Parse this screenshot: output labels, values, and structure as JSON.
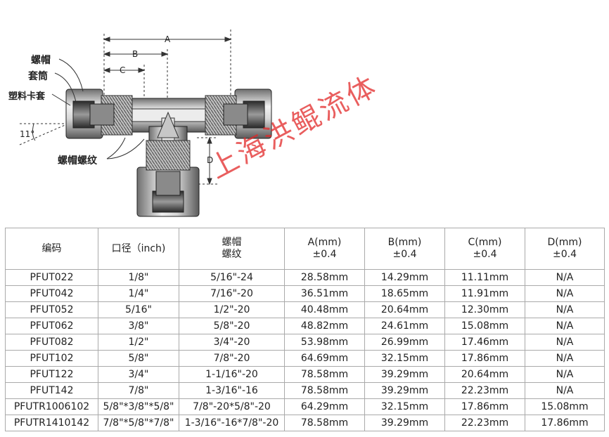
{
  "diagram": {
    "labels": {
      "nut": "螺帽",
      "sleeve": "套筒",
      "plastic_ferrule": "塑料卡套",
      "angle": "11°",
      "nut_thread": "螺帽螺纹"
    },
    "dimensions": {
      "a": "A",
      "b": "B",
      "c": "C",
      "d": "D"
    }
  },
  "watermark": "上海洪鲲流体",
  "table": {
    "headers": [
      {
        "line1": "编码",
        "line2": ""
      },
      {
        "line1": "口径（inch)",
        "line2": ""
      },
      {
        "line1": "螺帽",
        "line2": "螺纹"
      },
      {
        "line1": "A(mm)",
        "line2": "±0.4"
      },
      {
        "line1": "B(mm)",
        "line2": "±0.4"
      },
      {
        "line1": "C(mm)",
        "line2": "±0.4"
      },
      {
        "line1": "D(mm)",
        "line2": "±0.4"
      }
    ],
    "rows": [
      [
        "PFUT022",
        "1/8\"",
        "5/16\"-24",
        "28.58mm",
        "14.29mm",
        "11.11mm",
        "N/A"
      ],
      [
        "PFUT042",
        "1/4\"",
        "7/16\"-20",
        "36.51mm",
        "18.65mm",
        "11.91mm",
        "N/A"
      ],
      [
        "PFUT052",
        "5/16\"",
        "1/2\"-20",
        "40.48mm",
        "20.64mm",
        "12.30mm",
        "N/A"
      ],
      [
        "PFUT062",
        "3/8\"",
        "5/8\"-20",
        "48.82mm",
        "24.61mm",
        "15.08mm",
        "N/A"
      ],
      [
        "PFUT082",
        "1/2\"",
        "3/4\"-20",
        "53.98mm",
        "26.99mm",
        "17.46mm",
        "N/A"
      ],
      [
        "PFUT102",
        "5/8\"",
        "7/8\"-20",
        "64.69mm",
        "32.15mm",
        "17.86mm",
        "N/A"
      ],
      [
        "PFUT122",
        "3/4\"",
        "1-1/16\"-20",
        "78.58mm",
        "39.29mm",
        "20.64mm",
        "N/A"
      ],
      [
        "PFUT142",
        "7/8\"",
        "1-3/16\"-16",
        "78.58mm",
        "39.29mm",
        "22.23mm",
        "N/A"
      ],
      [
        "PFUTR1006102",
        "5/8\"*3/8\"*5/8\"",
        "7/8\"-20*5/8\"-20",
        "64.29mm",
        "32.15mm",
        "17.86mm",
        "15.08mm"
      ],
      [
        "PFUTR1410142",
        "7/8\"*5/8\"*7/8\"",
        "1-3/16\"-16*7/8\"-20",
        "78.58mm",
        "39.29mm",
        "22.23mm",
        "17.86mm"
      ]
    ]
  }
}
